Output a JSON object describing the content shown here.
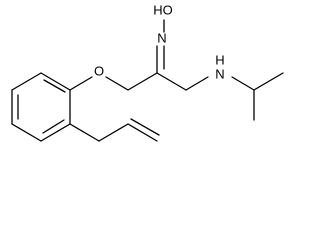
{
  "molecule": {
    "atoms": {
      "hydroxyl": "HO",
      "oxime_n": "N",
      "ether_o": "O",
      "amine": "N",
      "amine_h": "H"
    }
  }
}
